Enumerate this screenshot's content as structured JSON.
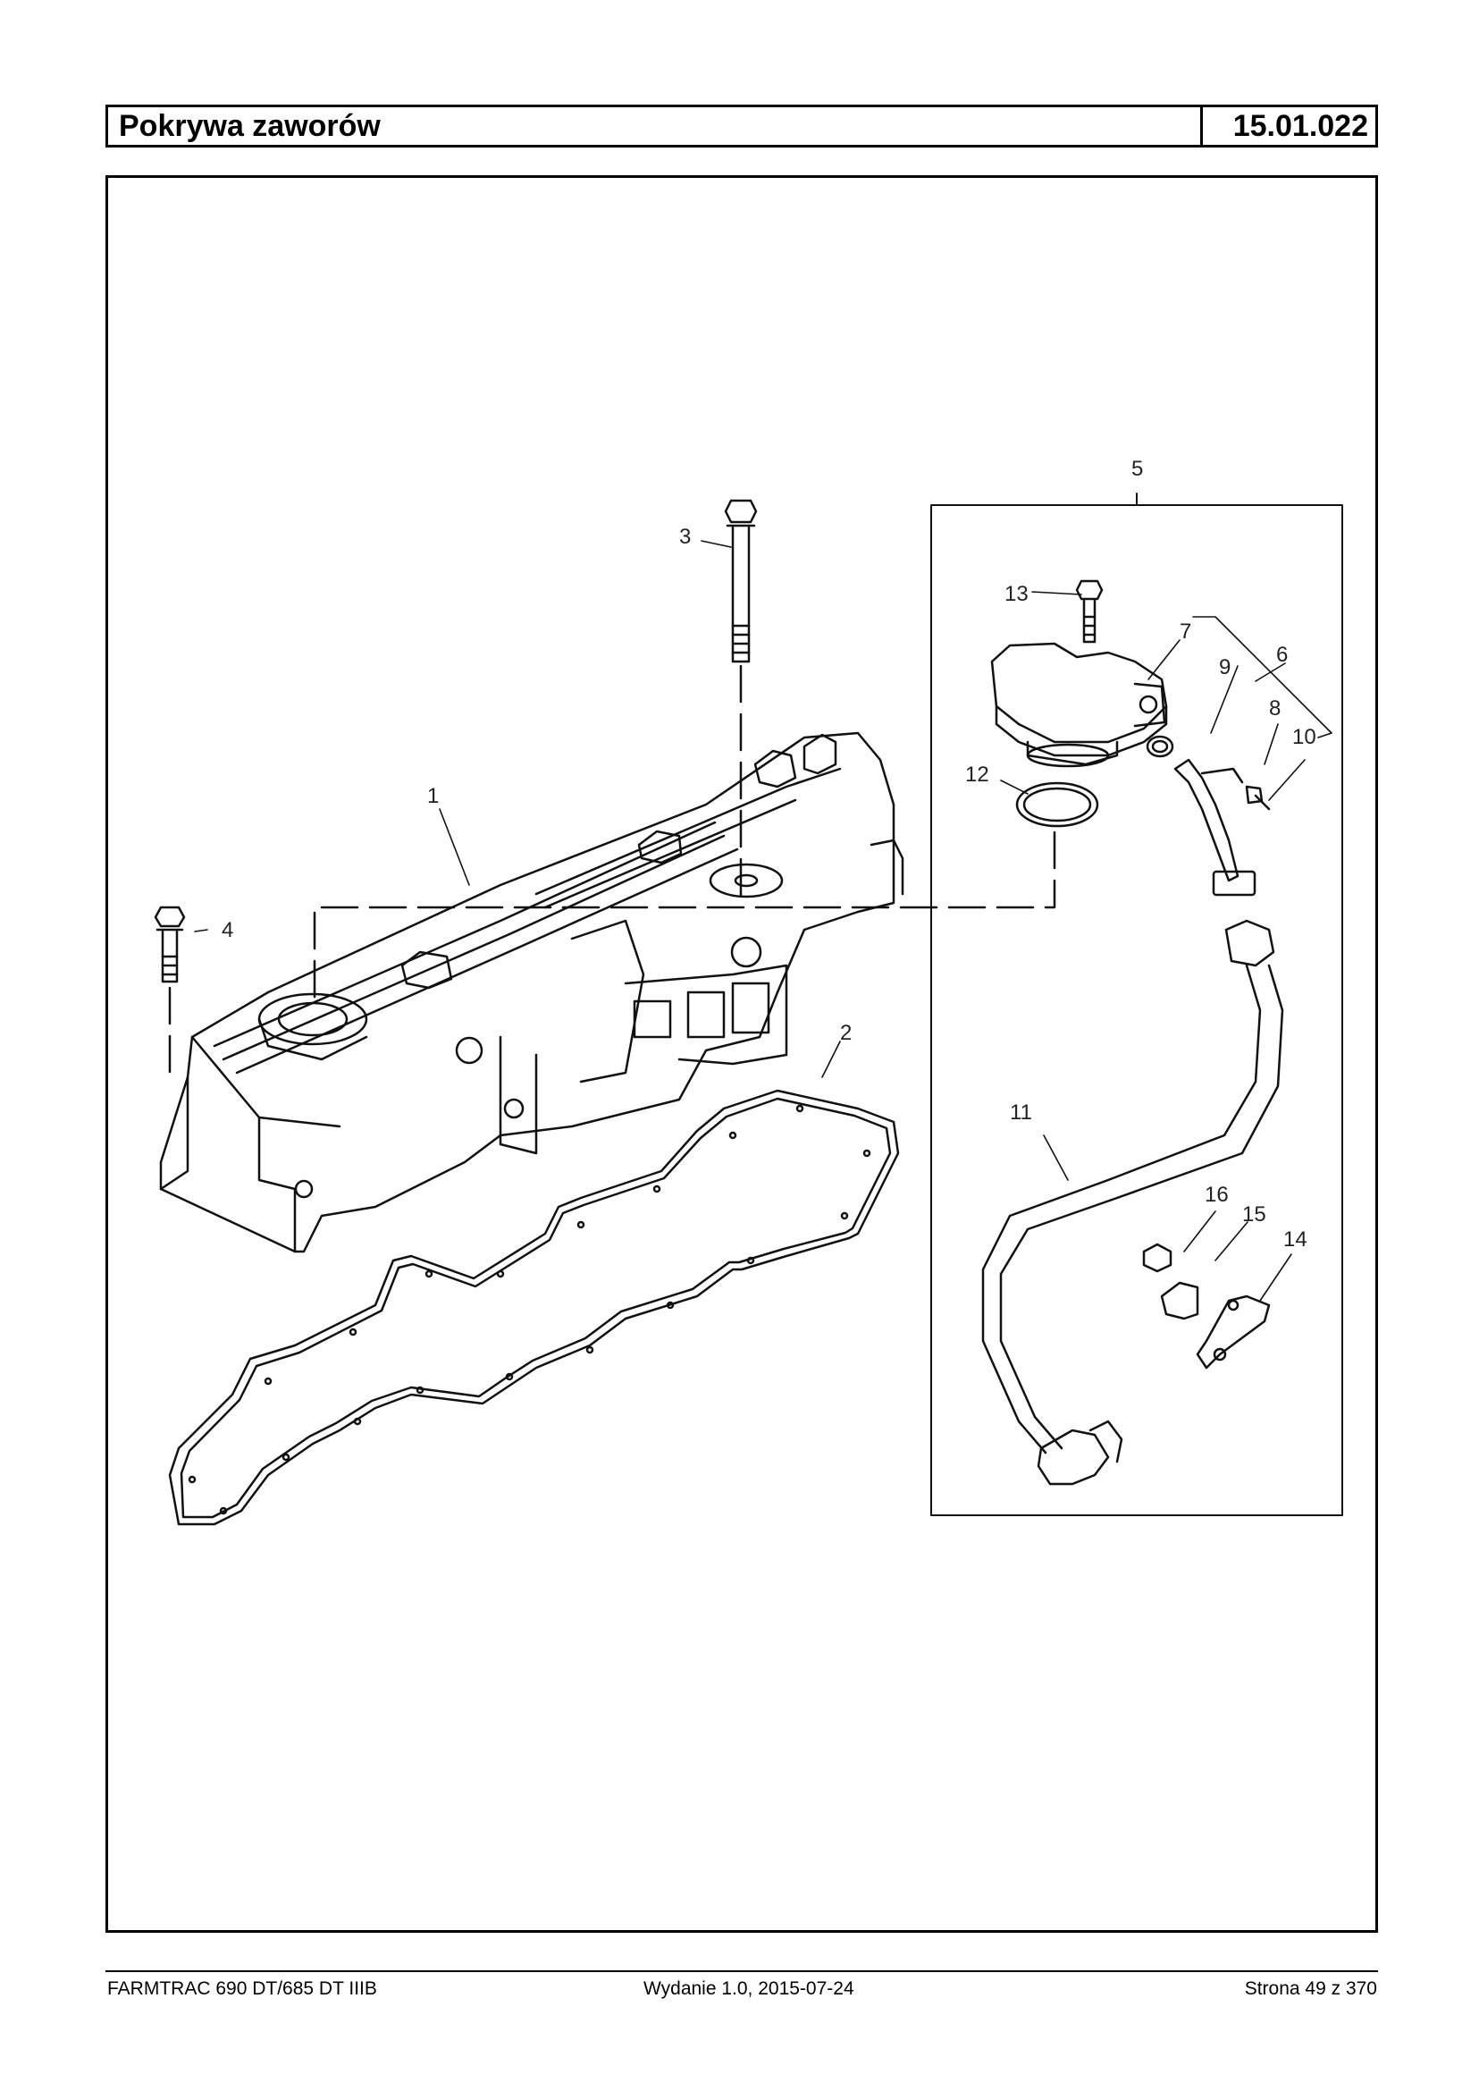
{
  "header": {
    "title": "Pokrywa zaworów",
    "code": "15.01.022"
  },
  "diagram": {
    "callouts": [
      "1",
      "2",
      "3",
      "4",
      "5",
      "6",
      "7",
      "8",
      "9",
      "10",
      "11",
      "12",
      "13",
      "14",
      "15",
      "16"
    ]
  },
  "footer": {
    "model": "FARMTRAC 690 DT/685 DT IIIB",
    "edition": "Wydanie 1.0,  2015-07-24",
    "page": "Strona 49 z 370"
  }
}
